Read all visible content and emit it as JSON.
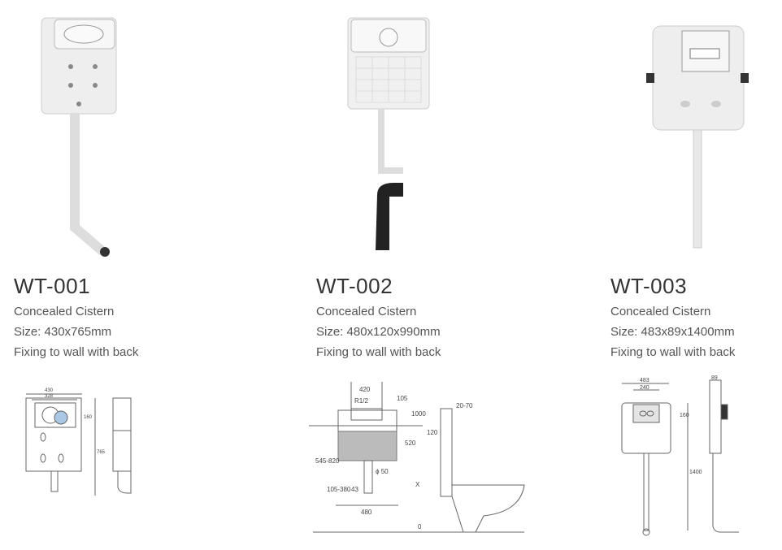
{
  "products": [
    {
      "code": "WT-001",
      "type": "Concealed Cistern",
      "size": "Size: 430x765mm",
      "fixing": "Fixing to wall with back",
      "dims": {
        "width": "430",
        "inner": "328",
        "plate": "160",
        "height": "765"
      }
    },
    {
      "code": "WT-002",
      "type": "Concealed Cistern",
      "size": "Size: 480x120x990mm",
      "fixing": "Fixing to wall with back",
      "dims": {
        "top": "420",
        "thread": "R1/2",
        "d105": "105",
        "d1000": "1000",
        "d545": "545-820",
        "d520": "520",
        "d105b": "105-380",
        "d43": "43",
        "pipe": "ϕ 50",
        "x": "X",
        "bottom": "480",
        "depth": "20-70",
        "d120": "120",
        "zero": "0"
      }
    },
    {
      "code": "WT-003",
      "type": "Concealed Cistern",
      "size": "Size: 483x89x1400mm",
      "fixing": "Fixing to wall with back",
      "dims": {
        "width": "483",
        "inner": "240",
        "plate": "160",
        "height": "1400",
        "depth": "89"
      }
    }
  ]
}
